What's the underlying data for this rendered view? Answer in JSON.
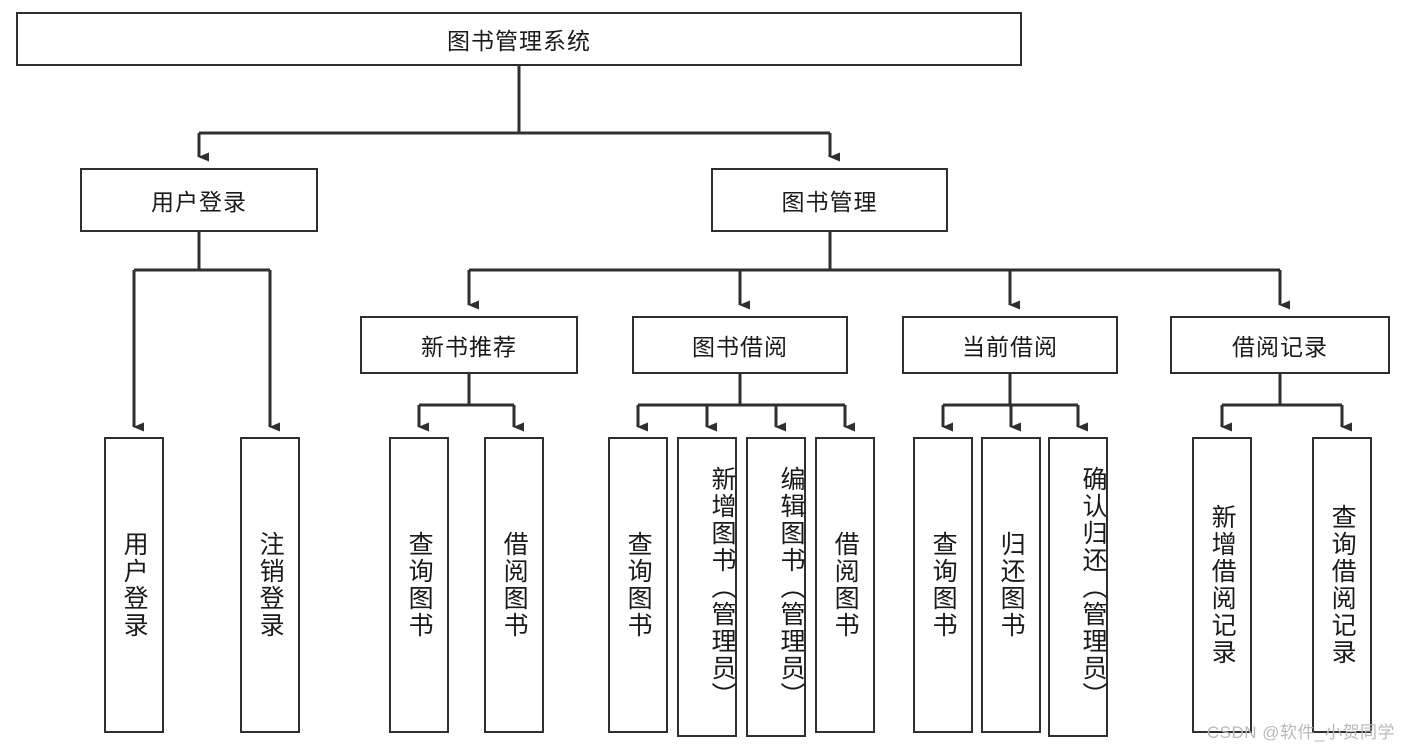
{
  "diagram": {
    "title": "图书管理系统",
    "type": "hierarchy-tree",
    "root": {
      "id": "root",
      "label": "图书管理系统"
    },
    "level2": [
      {
        "id": "user-login",
        "label": "用户登录"
      },
      {
        "id": "book-management",
        "label": "图书管理"
      }
    ],
    "level3": [
      {
        "id": "new-book-recommend",
        "label": "新书推荐",
        "parent": "book-management"
      },
      {
        "id": "book-borrow",
        "label": "图书借阅",
        "parent": "book-management"
      },
      {
        "id": "current-borrow",
        "label": "当前借阅",
        "parent": "book-management"
      },
      {
        "id": "borrow-record",
        "label": "借阅记录",
        "parent": "book-management"
      }
    ],
    "leaves": [
      {
        "id": "leaf-user-login",
        "label": "用户登录",
        "parent": "user-login"
      },
      {
        "id": "leaf-logout-login",
        "label": "注销登录",
        "parent": "user-login"
      },
      {
        "id": "leaf-query-book-1",
        "label": "查询图书",
        "parent": "new-book-recommend"
      },
      {
        "id": "leaf-borrow-book-1",
        "label": "借阅图书",
        "parent": "new-book-recommend"
      },
      {
        "id": "leaf-query-book-2",
        "label": "查询图书",
        "parent": "book-borrow"
      },
      {
        "id": "leaf-add-book",
        "label": "新增图书（管理员）",
        "parent": "book-borrow"
      },
      {
        "id": "leaf-edit-book",
        "label": "编辑图书（管理员）",
        "parent": "book-borrow"
      },
      {
        "id": "leaf-borrow-book-2",
        "label": "借阅图书",
        "parent": "book-borrow"
      },
      {
        "id": "leaf-query-book-3",
        "label": "查询图书",
        "parent": "current-borrow"
      },
      {
        "id": "leaf-return-book",
        "label": "归还图书",
        "parent": "current-borrow"
      },
      {
        "id": "leaf-confirm-return",
        "label": "确认归还（管理员）",
        "parent": "current-borrow"
      },
      {
        "id": "leaf-add-record",
        "label": "新增借阅记录",
        "parent": "borrow-record"
      },
      {
        "id": "leaf-query-record",
        "label": "查询借阅记录",
        "parent": "borrow-record"
      }
    ],
    "colors": {
      "stroke": "#2f2f2f",
      "background": "#ffffff",
      "text": "#1a1a1a",
      "watermark": "#b9b9b9"
    }
  },
  "watermark": {
    "text": "CSDN @软件_小贺同学"
  }
}
